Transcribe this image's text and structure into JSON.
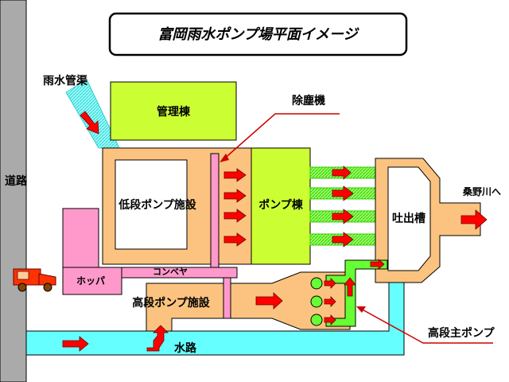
{
  "title": "富岡雨水ポンプ場平面イメージ",
  "labels": {
    "road": "道路",
    "rain_pipe": "雨水管渠",
    "management": "管理棟",
    "screen": "除塵機",
    "low_pump": "低段ポンプ施設",
    "pump_building": "ポンプ棟",
    "discharge_tank": "吐出槽",
    "to_river": "桑野川へ",
    "hopper": "ホッパ",
    "conveyor": "コンベヤ",
    "high_pump": "高段ポンプ施設",
    "main_pump": "高段主ポンプ",
    "waterway": "水路"
  },
  "colors": {
    "orange": "#fbc37f",
    "green": "#ccff33",
    "bright_green": "#66ff33",
    "cyan": "#66ffff",
    "pink": "#ff99cc",
    "arrow_red": "#ff0000",
    "leader_red": "#cc0000",
    "road_gray": "#aaaaaa"
  },
  "icons": {
    "truck": "dump-truck-icon"
  }
}
